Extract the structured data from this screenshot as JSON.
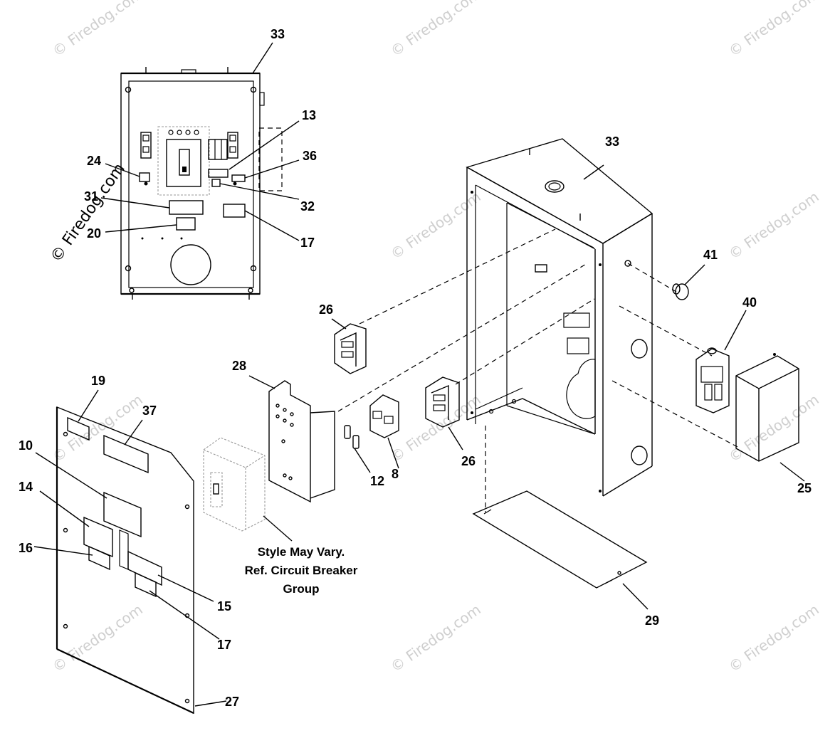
{
  "watermark": {
    "text": "© Firedog.com",
    "large_text": "© Firedog.com"
  },
  "callouts": {
    "c33_top": "33",
    "c13": "13",
    "c24": "24",
    "c36": "36",
    "c31": "31",
    "c32": "32",
    "c20": "20",
    "c17_top": "17",
    "c33_right": "33",
    "c41": "41",
    "c26_upper": "26",
    "c40": "40",
    "c28": "28",
    "c19": "19",
    "c37": "37",
    "c10": "10",
    "c14": "14",
    "c16": "16",
    "c15": "15",
    "c17_bottom": "17",
    "c27": "27",
    "c12": "12",
    "c8": "8",
    "c26_lower": "26",
    "c25": "25",
    "c29": "29"
  },
  "note": {
    "line1": "Style May Vary.",
    "line2": "Ref. Circuit Breaker",
    "line3": "Group"
  }
}
